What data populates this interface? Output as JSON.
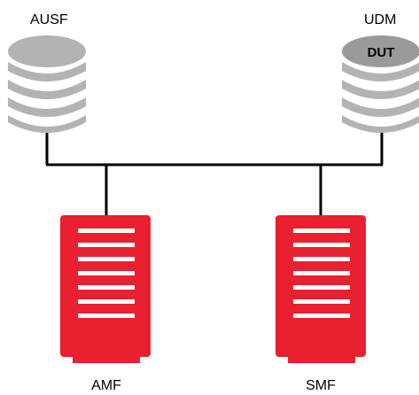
{
  "nodes": {
    "ausf": {
      "label": "AUSF",
      "icon": "database-icon"
    },
    "udm": {
      "label": "UDM",
      "badge": "DUT",
      "icon": "database-icon"
    },
    "amf": {
      "label": "AMF",
      "icon": "server-icon"
    },
    "smf": {
      "label": "SMF",
      "icon": "server-icon"
    }
  },
  "colors": {
    "database_fill": "#b3b3b3",
    "database_top": "#9a9a9a",
    "server_fill": "#e8202f",
    "server_dark": "#c81a27",
    "server_slot": "#ffffff",
    "bus_line": "#000000"
  }
}
